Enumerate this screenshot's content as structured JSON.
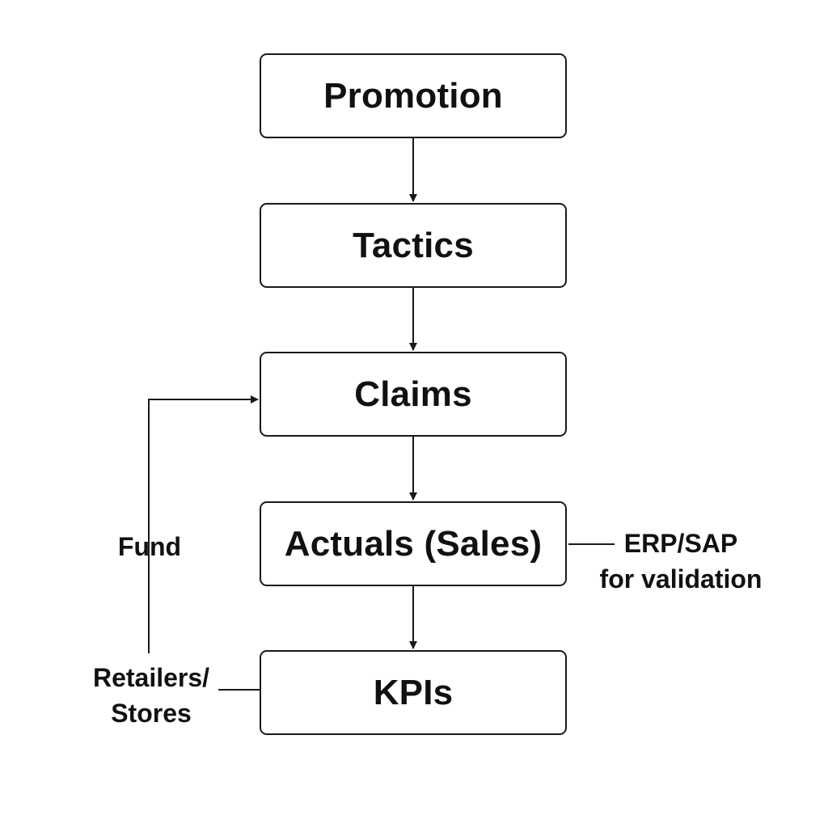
{
  "nodes": {
    "promotion": "Promotion",
    "tactics": "Tactics",
    "claims": "Claims",
    "actuals": "Actuals (Sales)",
    "kpis": "KPIs"
  },
  "side_labels": {
    "erp_line1": "ERP/SAP",
    "erp_line2": "for validation",
    "fund": "Fund",
    "retailers_line1": "Retailers/",
    "retailers_line2": "Stores"
  },
  "colors": {
    "stroke": "#1a1a1a",
    "background": "#ffffff",
    "text": "#111111"
  }
}
